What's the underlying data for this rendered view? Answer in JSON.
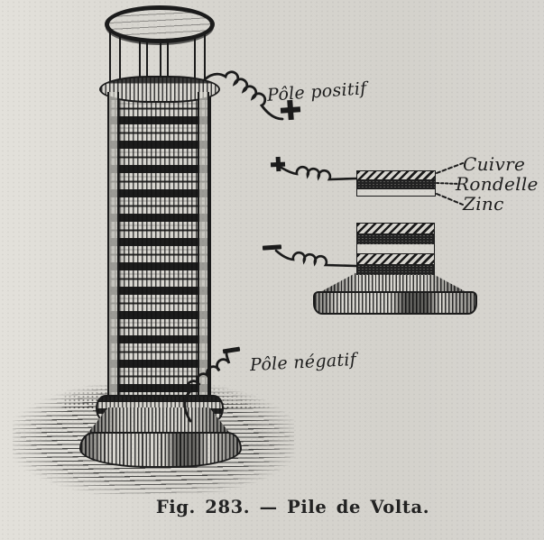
{
  "figure": {
    "caption": "Fig. 283. — Pile de Volta."
  },
  "labels": {
    "positive_pole": "Pôle positif",
    "negative_pole": "Pôle négatif",
    "copper": "Cuivre",
    "washer": "Rondelle",
    "zinc": "Zinc"
  },
  "symbols": {
    "positive": "+",
    "negative": "−"
  },
  "colors": {
    "paper": "#d8d6d0",
    "ink": "#1b1b1b"
  }
}
